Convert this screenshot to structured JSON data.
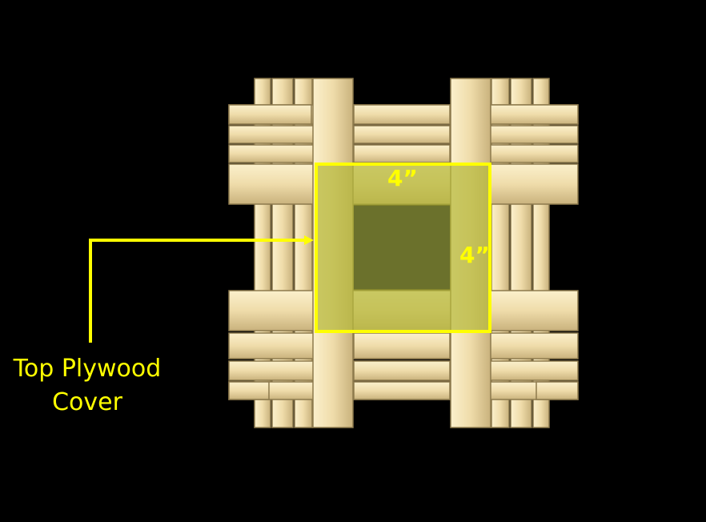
{
  "callout": {
    "line1": "Top Plywood",
    "line2": "Cover"
  },
  "dimensions": {
    "width": "4”",
    "height": "4”"
  },
  "colors": {
    "background": "#000000",
    "wood": "#f3e1b0",
    "wood_edge": "#b09a65",
    "cover_fill": "#b5b83a",
    "cover_dark": "#6b712c",
    "outline": "#ffff00"
  }
}
